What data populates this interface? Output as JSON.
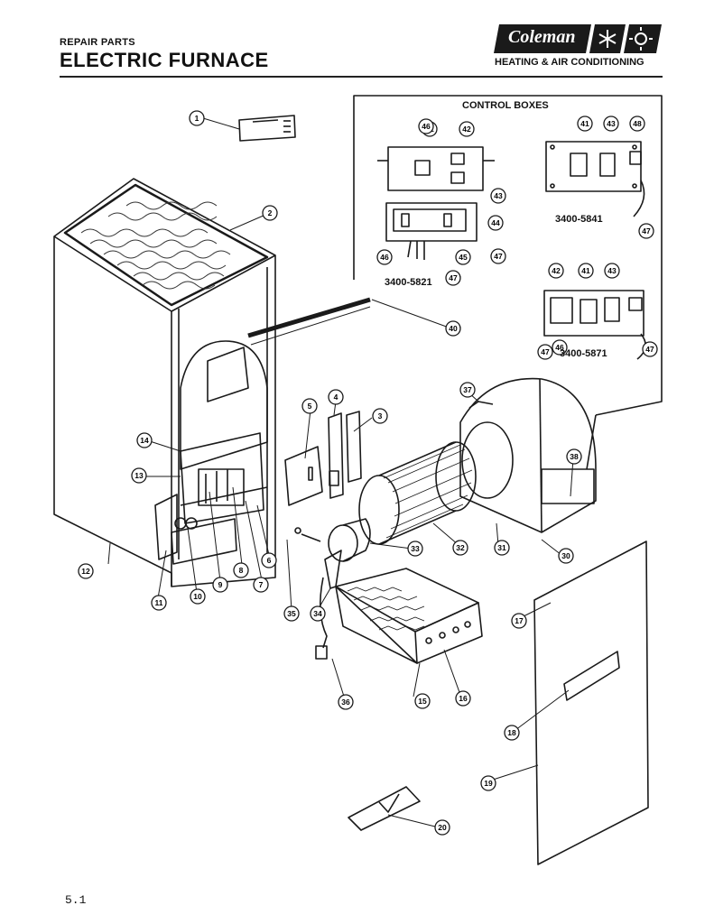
{
  "header": {
    "section": "REPAIR PARTS",
    "title": "ELECTRIC FURNACE",
    "brand_name": "Coleman",
    "brand_tagline": "HEATING & AIR CONDITIONING"
  },
  "inset": {
    "title": "CONTROL BOXES",
    "models": [
      "3400-5821",
      "3400-5841",
      "3400-5871"
    ]
  },
  "callouts": [
    "1",
    "2",
    "3",
    "4",
    "5",
    "6",
    "7",
    "8",
    "9",
    "10",
    "11",
    "12",
    "13",
    "14",
    "15",
    "16",
    "17",
    "18",
    "19",
    "20",
    "30",
    "31",
    "32",
    "33",
    "34",
    "35",
    "36",
    "37",
    "38",
    "40",
    "41",
    "41",
    "41",
    "42",
    "42",
    "43",
    "43",
    "43",
    "44",
    "45",
    "46",
    "46",
    "46",
    "47",
    "47",
    "47",
    "47",
    "47",
    "48"
  ],
  "footer": {
    "page": "5.1"
  },
  "colors": {
    "ink": "#1a1a1a",
    "paper": "#ffffff"
  }
}
